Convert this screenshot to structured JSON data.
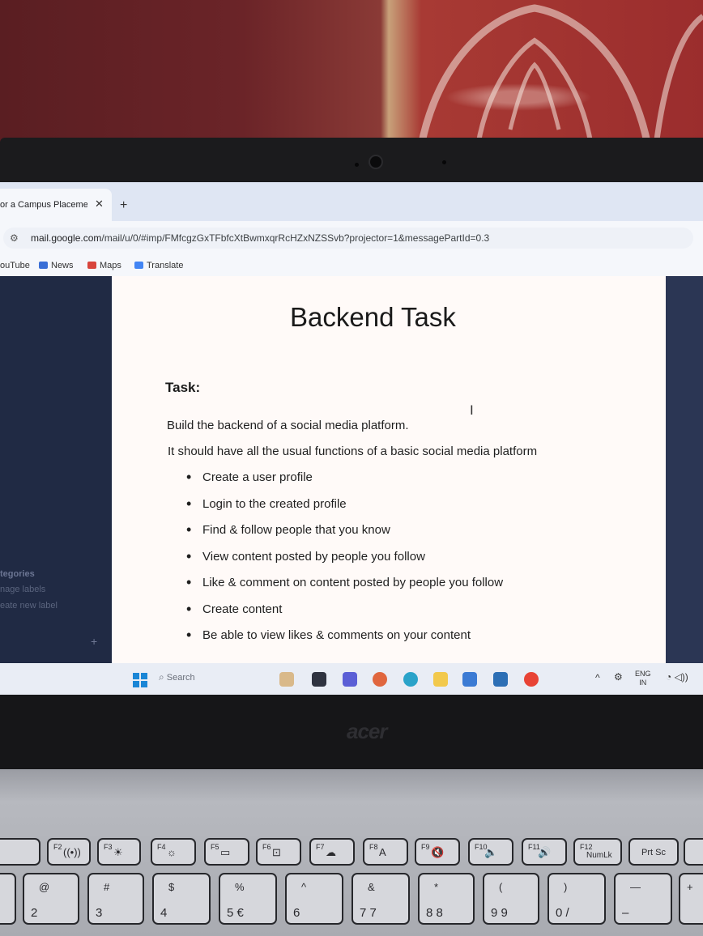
{
  "browser": {
    "tab_title": "or a Campus Placement",
    "tab_close": "✕",
    "new_tab": "+",
    "url_host": "mail.google.com",
    "url_path": "/mail/u/0/#imp/FMfcgzGxTFbfcXtBwmxqrRcHZxNZSSvb?projector=1&messagePartId=0.3",
    "bookmarks": [
      "ouTube",
      "News",
      "Maps",
      "Translate"
    ]
  },
  "gmail_sidebar": {
    "categories_label": "tegories",
    "manage_labels": "nage labels",
    "create_label": "eate new label",
    "plus": "+"
  },
  "document": {
    "title": "Backend Task",
    "task_heading": "Task:",
    "line1": "Build the backend of a social media platform.",
    "line2": "It should have all the usual functions of a basic social media platform",
    "items": [
      "Create a user profile",
      "Login to the created profile",
      "Find & follow people that you know",
      "View content posted by people you follow",
      "Like & comment on content posted by people you follow",
      "Create content",
      "Be able to view likes & comments on your content"
    ]
  },
  "taskbar": {
    "search_placeholder": "Search",
    "lang_top": "ENG",
    "lang_bottom": "IN"
  },
  "laptop": {
    "brand": "acer"
  },
  "keyboard": {
    "fn_row": [
      {
        "fn": "F2",
        "main": "((•))"
      },
      {
        "fn": "F3",
        "main": "☀"
      },
      {
        "fn": "F4",
        "main": "☼"
      },
      {
        "fn": "F5",
        "main": "▭"
      },
      {
        "fn": "F6",
        "main": "⊡"
      },
      {
        "fn": "F7",
        "main": "☁"
      },
      {
        "fn": "F8",
        "main": "A"
      },
      {
        "fn": "F9",
        "main": "🔇"
      },
      {
        "fn": "F10",
        "main": "🔈"
      },
      {
        "fn": "F11",
        "main": "🔊"
      },
      {
        "fn": "F12",
        "main": "NumLk"
      },
      {
        "fn": "",
        "main": "Prt Sc"
      }
    ],
    "num_row": [
      {
        "top": "@",
        "bottom": "2"
      },
      {
        "top": "#",
        "bottom": "3"
      },
      {
        "top": "$",
        "bottom": "4"
      },
      {
        "top": "%",
        "bottom": "5  €"
      },
      {
        "top": "^",
        "bottom": "6"
      },
      {
        "top": "&",
        "bottom": "7  7"
      },
      {
        "top": "*",
        "bottom": "8  8"
      },
      {
        "top": "(",
        "bottom": "9  9"
      },
      {
        "top": ")",
        "bottom": "0  /"
      },
      {
        "top": "—",
        "bottom": "–"
      }
    ]
  },
  "colors": {
    "gmail_sidebar": "#202a44",
    "document_bg": "#fffaf8",
    "taskbar": "#e9edf5",
    "bezel": "#1b1b1d",
    "start_blue": "#1a86d6"
  }
}
